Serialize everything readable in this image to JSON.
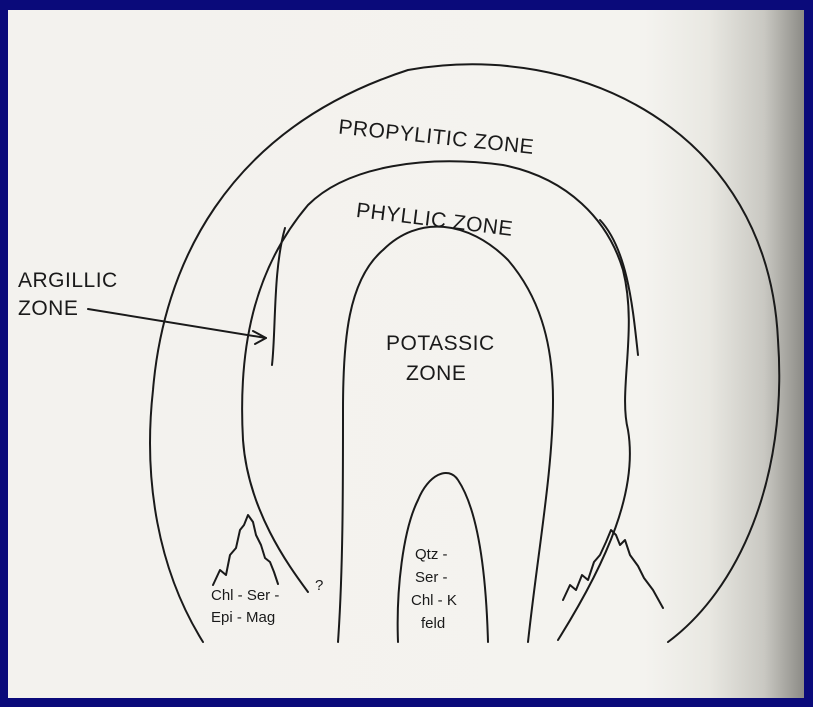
{
  "diagram": {
    "zones": {
      "propylitic": "PROPYLITIC ZONE",
      "phyllic": "PHYLLIC ZONE",
      "argillic_line1": "ARGILLIC",
      "argillic_line2": "ZONE",
      "potassic_line1": "POTASSIC",
      "potassic_line2": "ZONE"
    },
    "assemblages": {
      "core": [
        "Qtz -",
        "Ser -",
        "Chl - K",
        "feld"
      ],
      "outer_line1": "Chl - Ser -",
      "outer_line2": "Epi - Mag",
      "uncertain_mark": "?"
    }
  },
  "colors": {
    "frame": "#0a0a7a",
    "paper": "#f3f2ee",
    "ink": "#1a1a1a"
  }
}
